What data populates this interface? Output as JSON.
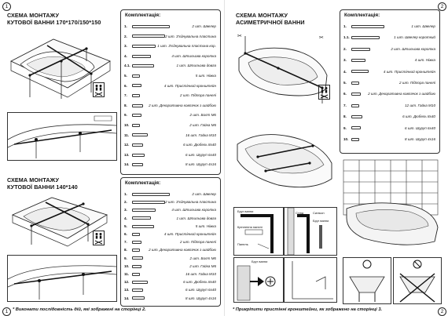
{
  "pages": {
    "left_number": "1",
    "right_number": "2"
  },
  "left": {
    "title1_line1": "СХЕМА МОНТАЖУ",
    "title1_line2": "КУТОВОЇ ВАННИ 170*170/150*150",
    "title2_line1": "СХЕМА МОНТАЖУ",
    "title2_line2": "КУТОВОЇ ВАННИ 140*140",
    "box1": {
      "heading": "Комплектація:",
      "rows": [
        {
          "n": "1.",
          "label": "2 шт. Швелер"
        },
        {
          "n": "2.",
          "label": "2 шт. З'єднувальна пластина"
        },
        {
          "n": "3.",
          "label": "1 шт. З'єднувальна пластина кор."
        },
        {
          "n": "4.",
          "label": "4 шт. Штильова коротка"
        },
        {
          "n": "4.1.",
          "label": "1 шт. Штильова довга"
        },
        {
          "n": "5.",
          "label": "5 шт. Ніжка"
        },
        {
          "n": "6.",
          "label": "4 шт. Пристінний кронштейн"
        },
        {
          "n": "7.",
          "label": "2 шт. Підпора панелі"
        },
        {
          "n": "8.",
          "label": "2 шт. Декоративна ковпачок з шайбою"
        },
        {
          "n": "9.",
          "label": "2 шт. Болт М6"
        },
        {
          "n": "10.",
          "label": "2 шт. Гайка М6"
        },
        {
          "n": "11.",
          "label": "16 шт. Гайка М10"
        },
        {
          "n": "12.",
          "label": "6 шт. Дюбель 8х40"
        },
        {
          "n": "13.",
          "label": "6 шт. Шуруп 6х40"
        },
        {
          "n": "14.",
          "label": "8 шт. Шуруп 4х16"
        }
      ]
    },
    "box2": {
      "heading": "Комплектація:",
      "rows": [
        {
          "n": "1.",
          "label": "2 шт. Швелер"
        },
        {
          "n": "2.",
          "label": "2 шт. З'єднувальна пластина"
        },
        {
          "n": "3.",
          "label": "4 шт. Штильова коротка"
        },
        {
          "n": "4.",
          "label": "1 шт. Штильова довга"
        },
        {
          "n": "5.",
          "label": "5 шт. Ніжка"
        },
        {
          "n": "6.",
          "label": "4 шт. Пристінний кронштейн"
        },
        {
          "n": "7.",
          "label": "2 шт. Підпора панелі"
        },
        {
          "n": "8.",
          "label": "2 шт. Декоративна ковпачок з шайбою"
        },
        {
          "n": "9.",
          "label": "2 шт. Болт М6"
        },
        {
          "n": "10.",
          "label": "2 шт. Гайка М6"
        },
        {
          "n": "11.",
          "label": "16 шт. Гайка М10"
        },
        {
          "n": "12.",
          "label": "6 шт. Дюбель 8х40"
        },
        {
          "n": "13.",
          "label": "6 шт. Шуруп 6х40"
        },
        {
          "n": "14.",
          "label": "8 шт. Шуруп 4х16"
        }
      ]
    },
    "footer": "* Виконати послідовність дій, які зображені на сторінці 2."
  },
  "right": {
    "title_line1": "СХЕМА МОНТАЖУ",
    "title_line2": "АСИМЕТРИЧНОЇ ВАННИ",
    "box": {
      "heading": "Комплектація:",
      "rows": [
        {
          "n": "1.",
          "label": "1 шт. Швелер"
        },
        {
          "n": "1.1.",
          "label": "1 шт. Швелер короткий"
        },
        {
          "n": "2.",
          "label": "2 шт. Штильова коротка"
        },
        {
          "n": "3.",
          "label": "4 шт. Ніжка"
        },
        {
          "n": "4.",
          "label": "4 шт. Пристінний кронштейн"
        },
        {
          "n": "5.",
          "label": "2 шт. Підпора панелі"
        },
        {
          "n": "6.",
          "label": "2 шт. Декоративна ковпачок з шайбою"
        },
        {
          "n": "7.",
          "label": "12 шт. Гайка М10"
        },
        {
          "n": "8.",
          "label": "6 шт. Дюбель 8х40"
        },
        {
          "n": "9.",
          "label": "6 шт. Шуруп 6х40"
        },
        {
          "n": "10.",
          "label": "8 шт. Шуруп 4х16"
        }
      ]
    },
    "detail_labels": {
      "a1": "Бруг ванни",
      "a2": "Кріплення панелі",
      "a3": "Панель",
      "b1": "Стіна",
      "b2": "Силікон",
      "b3": "Бруг ванни",
      "c1": "Бруг ванни"
    },
    "footer": "* Прикріпити пристінні кронштейни, як зображено на сторінці 3."
  }
}
